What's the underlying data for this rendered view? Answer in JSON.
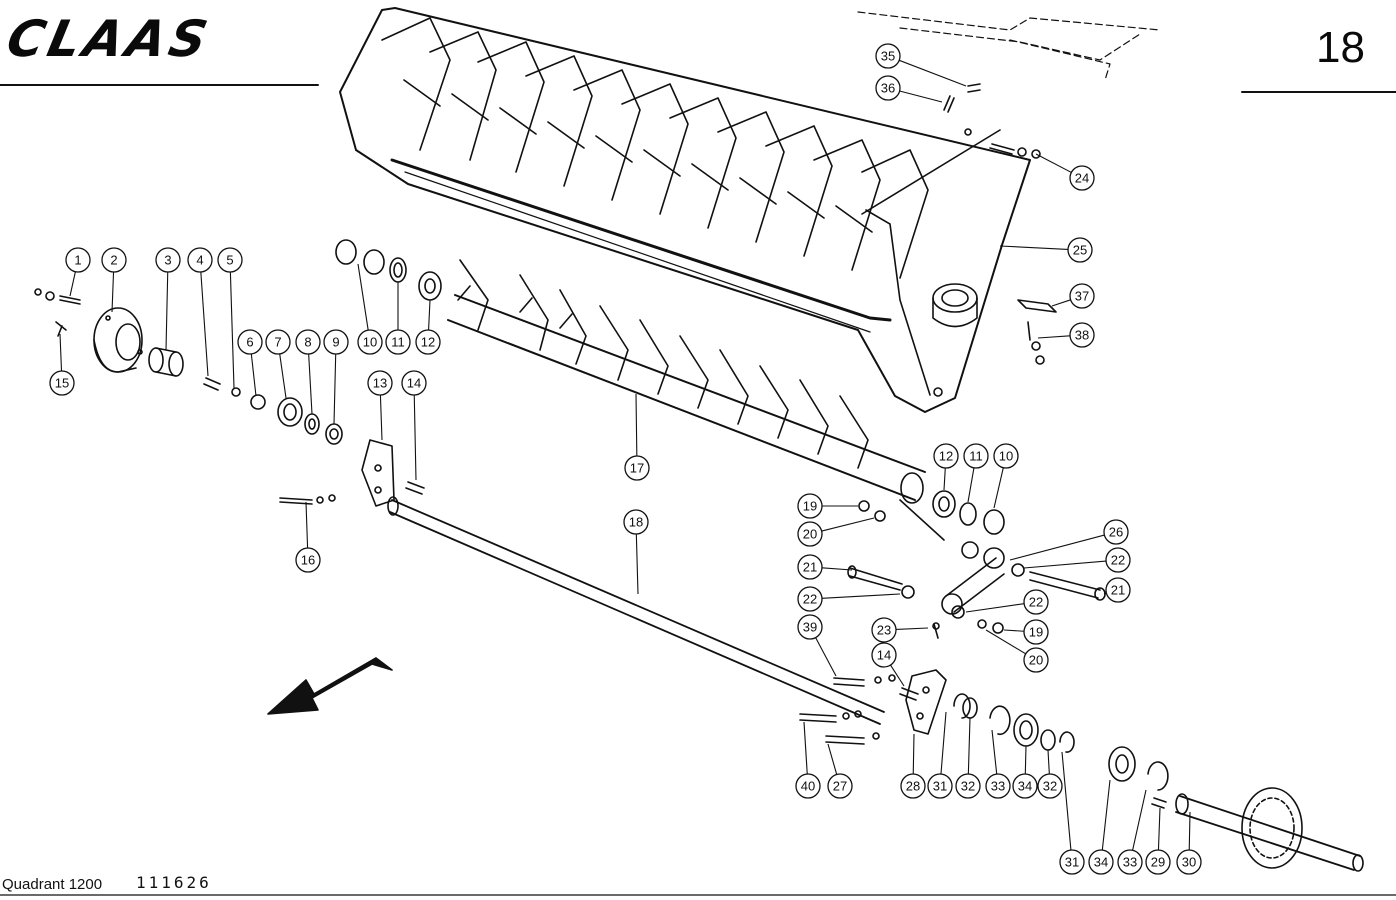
{
  "header": {
    "brand": "CLAAS",
    "page_number": "18"
  },
  "footer": {
    "model": "Quadrant 1200",
    "code": "111626"
  },
  "callouts": [
    {
      "id": "c1",
      "label": "1"
    },
    {
      "id": "c2",
      "label": "2"
    },
    {
      "id": "c3",
      "label": "3"
    },
    {
      "id": "c4",
      "label": "4"
    },
    {
      "id": "c5",
      "label": "5"
    },
    {
      "id": "c6",
      "label": "6"
    },
    {
      "id": "c7",
      "label": "7"
    },
    {
      "id": "c8",
      "label": "8"
    },
    {
      "id": "c9",
      "label": "9"
    },
    {
      "id": "c10a",
      "label": "10"
    },
    {
      "id": "c11a",
      "label": "11"
    },
    {
      "id": "c12a",
      "label": "12"
    },
    {
      "id": "c13",
      "label": "13"
    },
    {
      "id": "c14a",
      "label": "14"
    },
    {
      "id": "c15",
      "label": "15"
    },
    {
      "id": "c16",
      "label": "16"
    },
    {
      "id": "c17",
      "label": "17"
    },
    {
      "id": "c18",
      "label": "18"
    },
    {
      "id": "c12b",
      "label": "12"
    },
    {
      "id": "c11b",
      "label": "11"
    },
    {
      "id": "c10b",
      "label": "10"
    },
    {
      "id": "c19a",
      "label": "19"
    },
    {
      "id": "c20a",
      "label": "20"
    },
    {
      "id": "c26",
      "label": "26"
    },
    {
      "id": "c21a",
      "label": "21"
    },
    {
      "id": "c22a",
      "label": "22"
    },
    {
      "id": "c22b",
      "label": "22"
    },
    {
      "id": "c21b",
      "label": "21"
    },
    {
      "id": "c22c",
      "label": "22"
    },
    {
      "id": "c22d",
      "label": "22"
    },
    {
      "id": "c23",
      "label": "23"
    },
    {
      "id": "c19b",
      "label": "19"
    },
    {
      "id": "c20b",
      "label": "20"
    },
    {
      "id": "c39",
      "label": "39"
    },
    {
      "id": "c14b",
      "label": "14"
    },
    {
      "id": "c35",
      "label": "35"
    },
    {
      "id": "c36",
      "label": "36"
    },
    {
      "id": "c24",
      "label": "24"
    },
    {
      "id": "c25",
      "label": "25"
    },
    {
      "id": "c37",
      "label": "37"
    },
    {
      "id": "c38",
      "label": "38"
    },
    {
      "id": "c40",
      "label": "40"
    },
    {
      "id": "c27",
      "label": "27"
    },
    {
      "id": "c28",
      "label": "28"
    },
    {
      "id": "c31a",
      "label": "31"
    },
    {
      "id": "c32a",
      "label": "32"
    },
    {
      "id": "c33a",
      "label": "33"
    },
    {
      "id": "c34a",
      "label": "34"
    },
    {
      "id": "c32b",
      "label": "32"
    },
    {
      "id": "c31b",
      "label": "31"
    },
    {
      "id": "c34b",
      "label": "34"
    },
    {
      "id": "c33b",
      "label": "33"
    },
    {
      "id": "c29",
      "label": "29"
    },
    {
      "id": "c30",
      "label": "30"
    }
  ]
}
